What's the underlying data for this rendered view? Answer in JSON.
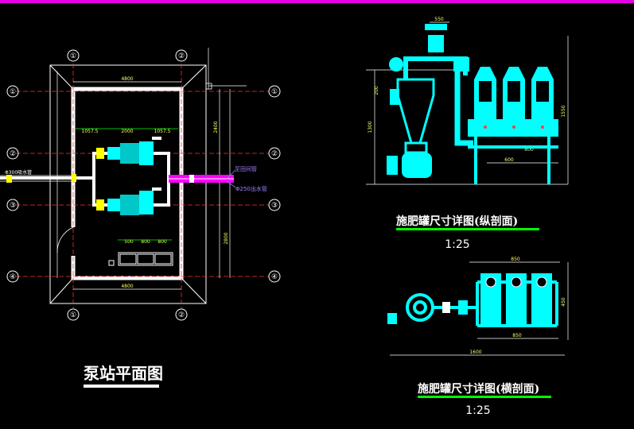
{
  "window": {
    "accent_color": "#e600e6",
    "background": "#000000"
  },
  "plan": {
    "title": "泵站平面图",
    "grid_cols": [
      "①",
      "②"
    ],
    "grid_rows": [
      "①",
      "②",
      "③",
      "④"
    ],
    "dim_top": "4800",
    "dim_bottom": "4800",
    "dim_right_a": "2400",
    "dim_right_b": "2800",
    "dim_pump_spacing_1": "1057.5",
    "dim_pump_spacing_2": "2000",
    "dim_pump_spacing_3": "1057.5",
    "dim_tank_1": "500",
    "dim_tank_2": "800",
    "dim_tank_3": "800",
    "inlet_label": "Φ300吸水管",
    "outlet_top_label": "至田间管",
    "outlet_label": "Φ250出水管",
    "colors": {
      "wall": "#ffffff",
      "pipe": "#ffffff",
      "pump": "#00ffff",
      "valve": "#ffff00",
      "axis": "#ff0000",
      "dim": "#00ff00",
      "outlet": "#ff00ff"
    }
  },
  "detail_vertical": {
    "title": "施肥罐尺寸详图(纵剖面)",
    "scale": "1:25",
    "dim_top": "550",
    "dim_left": "1300",
    "dim_right": "1550",
    "dim_bottom_a": "600",
    "dim_bottom_b": "800",
    "dim_small": "200"
  },
  "detail_horizontal": {
    "title": "施肥罐尺寸详图(横剖面)",
    "scale": "1:25",
    "dim_top": "850",
    "dim_bottom_a": "1600",
    "dim_bottom_b": "850",
    "dim_right": "450"
  }
}
